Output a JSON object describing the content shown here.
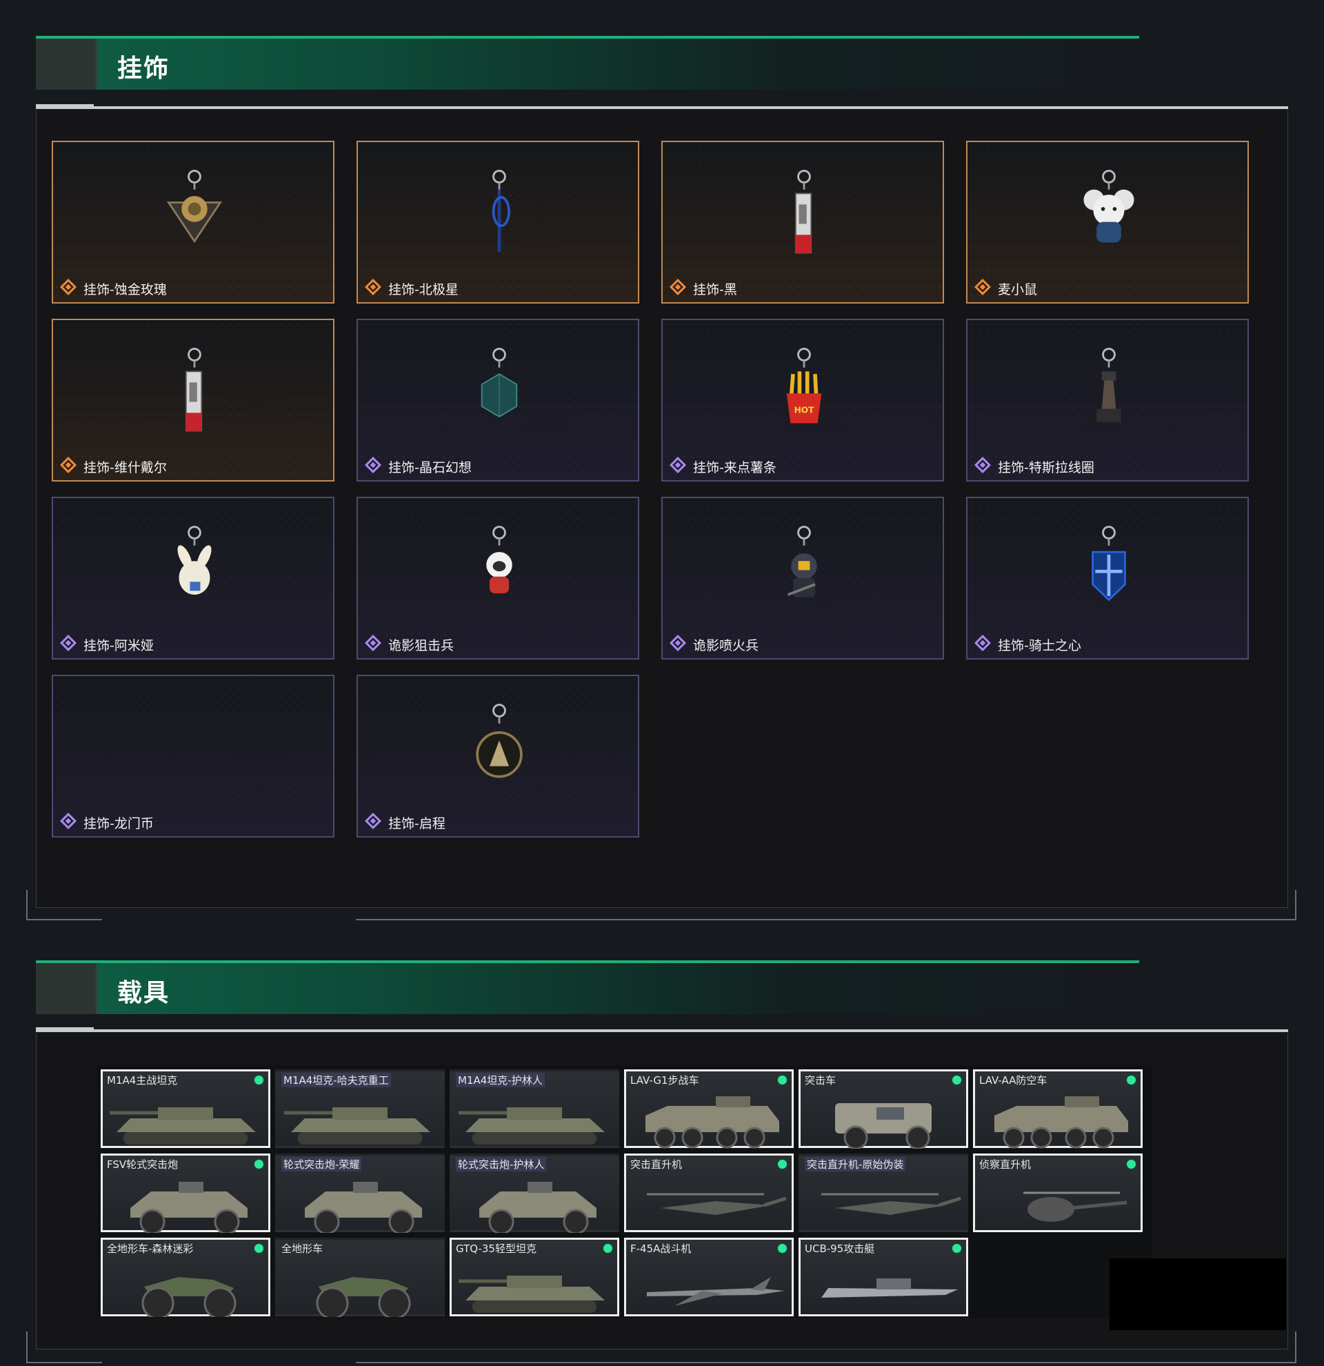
{
  "sections": {
    "charms_title": "挂饰",
    "vehicles_title": "载具"
  },
  "charms": [
    {
      "name": "挂饰-蚀金玫瑰",
      "rarity": "gold",
      "icon": "rose-charm-icon"
    },
    {
      "name": "挂饰-北极星",
      "rarity": "gold",
      "icon": "star-charm-icon"
    },
    {
      "name": "挂饰-黑",
      "rarity": "gold",
      "icon": "tag-charm-icon"
    },
    {
      "name": "麦小鼠",
      "rarity": "gold",
      "icon": "mouse-charm-icon"
    },
    {
      "name": "挂饰-维什戴尔",
      "rarity": "gold",
      "icon": "tag-charm-icon"
    },
    {
      "name": "挂饰-晶石幻想",
      "rarity": "purple",
      "icon": "cube-charm-icon"
    },
    {
      "name": "挂饰-来点薯条",
      "rarity": "purple",
      "icon": "fries-charm-icon"
    },
    {
      "name": "挂饰-特斯拉线圈",
      "rarity": "purple",
      "icon": "tesla-coil-charm-icon"
    },
    {
      "name": "挂饰-阿米娅",
      "rarity": "purple",
      "icon": "bunny-charm-icon"
    },
    {
      "name": "诡影狙击兵",
      "rarity": "purple",
      "icon": "sniper-figure-charm-icon"
    },
    {
      "name": "诡影喷火兵",
      "rarity": "purple",
      "icon": "flamer-figure-charm-icon"
    },
    {
      "name": "挂饰-骑士之心",
      "rarity": "purple",
      "icon": "knight-shield-charm-icon"
    },
    {
      "name": "挂饰-龙门币",
      "rarity": "purple",
      "icon": ""
    },
    {
      "name": "挂饰-启程",
      "rarity": "purple",
      "icon": "coin-charm-icon"
    }
  ],
  "vehicles": [
    {
      "name": "M1A4主战坦克",
      "owned": true,
      "kind": "tank",
      "tagged": false
    },
    {
      "name": "M1A4坦克-哈夫克重工",
      "owned": false,
      "kind": "tank",
      "tagged": true
    },
    {
      "name": "M1A4坦克-护林人",
      "owned": false,
      "kind": "tank",
      "tagged": true
    },
    {
      "name": "LAV-G1步战车",
      "owned": true,
      "kind": "apc",
      "tagged": false
    },
    {
      "name": "突击车",
      "owned": true,
      "kind": "truck",
      "tagged": false
    },
    {
      "name": "LAV-AA防空车",
      "owned": true,
      "kind": "apc",
      "tagged": false
    },
    {
      "name": "FSV轮式突击炮",
      "owned": true,
      "kind": "buggy",
      "tagged": false
    },
    {
      "name": "轮式突击炮-荣耀",
      "owned": false,
      "kind": "buggy",
      "tagged": true
    },
    {
      "name": "轮式突击炮-护林人",
      "owned": false,
      "kind": "buggy",
      "tagged": true
    },
    {
      "name": "突击直升机",
      "owned": true,
      "kind": "heli",
      "tagged": false
    },
    {
      "name": "突击直升机-原始伪装",
      "owned": false,
      "kind": "heli",
      "tagged": true
    },
    {
      "name": "侦察直升机",
      "owned": true,
      "kind": "scout-heli",
      "tagged": false
    },
    {
      "name": "全地形车-森林迷彩",
      "owned": true,
      "kind": "atv",
      "tagged": false
    },
    {
      "name": "全地形车",
      "owned": false,
      "kind": "atv",
      "tagged": false
    },
    {
      "name": "GTQ-35轻型坦克",
      "owned": true,
      "kind": "tank",
      "tagged": false
    },
    {
      "name": "F-45A战斗机",
      "owned": true,
      "kind": "jet",
      "tagged": false
    },
    {
      "name": "UCB-95攻击艇",
      "owned": true,
      "kind": "boat",
      "tagged": false
    }
  ],
  "colors": {
    "accent_green": "#1fb07a",
    "gold_border": "#c08b55",
    "purple_border": "#4d4a72",
    "owned_dot": "#2ee89a"
  }
}
